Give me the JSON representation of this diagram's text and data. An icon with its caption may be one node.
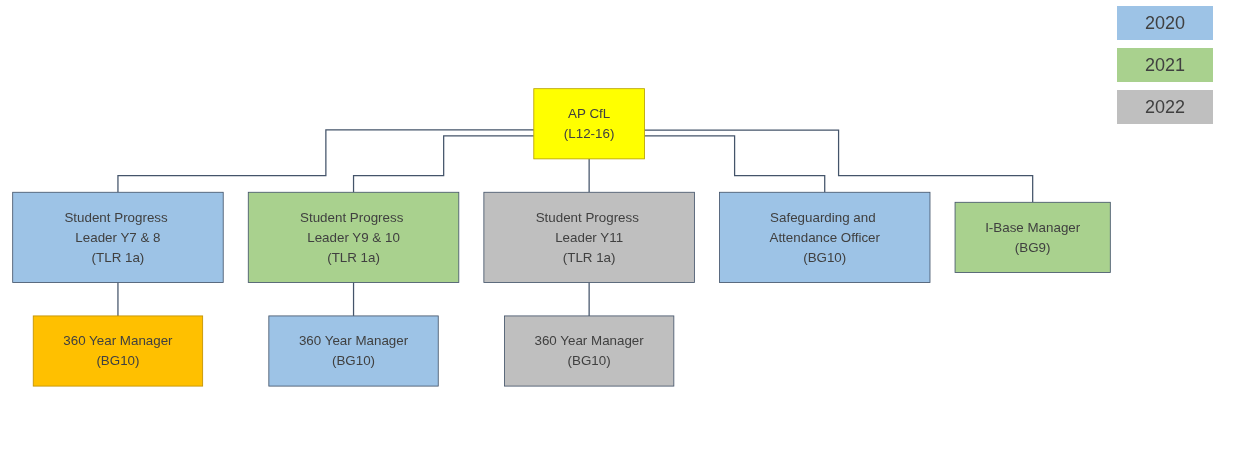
{
  "diagram": {
    "nodes": [
      {
        "text": [
          "AP CfL",
          "(L12-16)"
        ]
      },
      {
        "text": [
          "Student Progress Leader Y7 & 8",
          "(TLR 1a)"
        ]
      },
      {
        "text": [
          "Student Progress Leader Y9 & 10",
          "(TLR 1a)"
        ]
      },
      {
        "text": [
          "Student Progress Leader Y11",
          "(TLR 1a)"
        ]
      },
      {
        "text": [
          "Safeguarding and Attendance Officer",
          "(BG10)"
        ]
      },
      {
        "text": [
          "I-Base Manager",
          "(BG9)"
        ]
      },
      {
        "text": [
          "360 Year Manager",
          "(BG10)"
        ]
      },
      {
        "text": [
          "360 Year Manager",
          "(BG10)"
        ]
      },
      {
        "text": [
          "360 Year Manager",
          "(BG10)"
        ]
      }
    ],
    "edges": [
      {
        "from": 0,
        "to": 1,
        "arrow": "none"
      },
      {
        "from": 0,
        "to": 2,
        "arrow": "none"
      },
      {
        "from": 0,
        "to": 3,
        "arrow": "none"
      },
      {
        "from": 0,
        "to": 4,
        "arrow": "none"
      },
      {
        "from": 0,
        "to": 5,
        "arrow": "none"
      },
      {
        "from": 1,
        "to": 6,
        "arrow": "none"
      },
      {
        "from": 2,
        "to": 7,
        "arrow": "none"
      },
      {
        "from": 3,
        "to": 8,
        "arrow": "none"
      }
    ],
    "legend": [
      {
        "text": "2020",
        "color": "#9dc3e6"
      },
      {
        "text": "2021",
        "color": "#a9d18e"
      },
      {
        "text": "2022",
        "color": "#bfbfbf"
      }
    ]
  }
}
